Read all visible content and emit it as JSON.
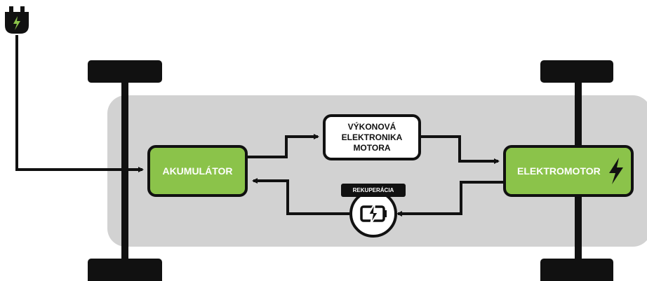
{
  "diagram": {
    "nodes": {
      "akumulator": "AKUMULÁTOR",
      "vykonova_line1": "VÝKONOVÁ",
      "vykonova_line2": "ELEKTRONIKA",
      "vykonova_line3": "MOTORA",
      "elektromotor": "ELEKTROMOTOR",
      "rekuperacia": "REKUPERÁCIA"
    },
    "icons": {
      "plug": "plug-icon",
      "motor": "lightning-icon",
      "battery": "battery-charge-icon"
    },
    "colors": {
      "accent_green": "#8bc34a",
      "chassis_gray": "#d2d2d2",
      "line_black": "#111111"
    }
  }
}
